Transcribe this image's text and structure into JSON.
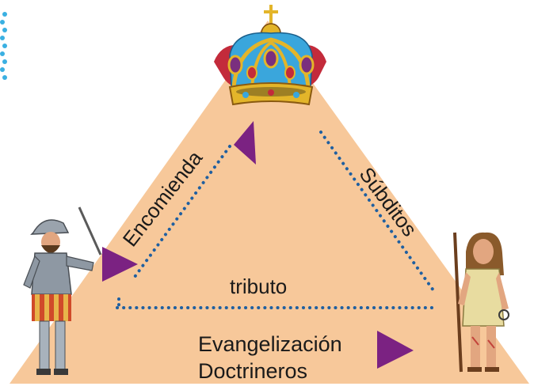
{
  "diagram": {
    "labels": {
      "encomienda": "Encomienda",
      "subditos": "Súbditos",
      "tributo": "tributo",
      "evangelizacion": "Evangelización",
      "doctrineros": "Doctrineros"
    },
    "nodes": {
      "top": "crown-icon",
      "left": "conquistador-icon",
      "right": "indigenous-person-icon"
    },
    "colors": {
      "triangle": "#f7c89a",
      "arrow": "#7b2282",
      "dots": "#1f5fa0",
      "crown_band": "#3aa6dc",
      "crown_gold": "#e3b52a",
      "crown_red": "#c32b3b",
      "edge_marker": "#3ab0e2"
    }
  }
}
